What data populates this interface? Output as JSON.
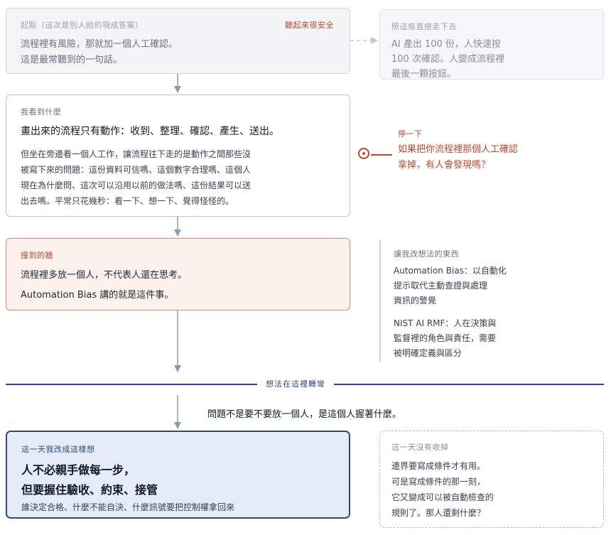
{
  "start_box": {
    "tag": "起點（這次是別人給的現成答案）",
    "warning": "聽起來很安全",
    "lines": [
      "流程裡有風險，那就加一個人工確認。",
      "這是最常聽到的一句話。"
    ]
  },
  "side_box": {
    "tag": "照這條直接走下去",
    "lines": [
      "AI 產出 100 份，人快速按",
      "100 次確認。人變成流程裡",
      "最後一顆按鈕。"
    ]
  },
  "observe_box": {
    "tag": "我看到什麼",
    "headline": "畫出來的流程只有動作：收到、整理、確認、產生、送出。",
    "lines": [
      "但坐在旁邊看一個人工作，讓流程往下走的是動作之間那些沒",
      "被寫下來的問題：這份資料可信嗎、這個數字合理嗎、這個人",
      "現在為什麼問、這次可以沿用以前的做法嗎、這份結果可以送",
      "出去嗎。平常只花幾秒：看一下、想一下、覺得怪怪的。"
    ]
  },
  "pause": {
    "tag": "停一下",
    "lines": [
      "如果把你流程裡那個人工確認",
      "拿掉，有人會發現嗎？"
    ]
  },
  "wall_box": {
    "tag": "撞到的牆",
    "lines": [
      "流程裡多放一個人，不代表人還在思考。",
      "Automation Bias 講的就是這件事。"
    ]
  },
  "references": {
    "tag": "讓我改想法的東西",
    "ref1": [
      "Automation Bias：以自動化",
      "提示取代主動查證與處理",
      "資訊的警覺"
    ],
    "ref2": [
      "NIST AI RMF：人在決策與",
      "監督裡的角色與責任，需要",
      "被明確定義與區分"
    ]
  },
  "divider_label": "想法在這裡轉彎",
  "turn_statement": "問題不是要不要放一個人，是這個人握著什麼。",
  "new_view": {
    "tag": "這一天我改成這樣想",
    "headline": [
      "人不必親手做每一步，",
      "但要握住驗收、約束、接管"
    ],
    "sub": "誰決定合格、什麼不能自決、什麼訊號要把控制權拿回來"
  },
  "open_box": {
    "tag": "這一天沒有收掉",
    "lines": [
      "邊界要寫成條件才有用。",
      "可是寫成條件的那一刻，",
      "它又變成可以被自動檢查的",
      "規則了。那人還剩什麼？"
    ]
  },
  "colors": {
    "accent_red": "#b84a2c",
    "accent_navy": "#2f4a7a",
    "connector_gray": "#94a3b8"
  }
}
